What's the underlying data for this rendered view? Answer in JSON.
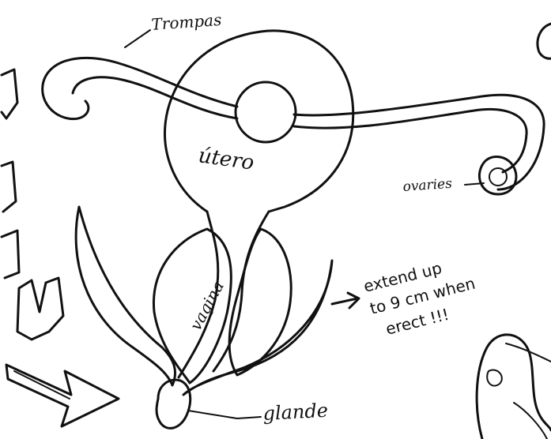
{
  "labels": {
    "trompas": "Trompas",
    "utero": "útero",
    "ovaries": "ovaries",
    "vagina": "vagina",
    "glande": "glande",
    "note_line1": "extend up",
    "note_line2": "to 9 cm when",
    "note_line3": "erect !!!"
  },
  "colors": {
    "ink": "#111111",
    "paper": "#ffffff"
  }
}
